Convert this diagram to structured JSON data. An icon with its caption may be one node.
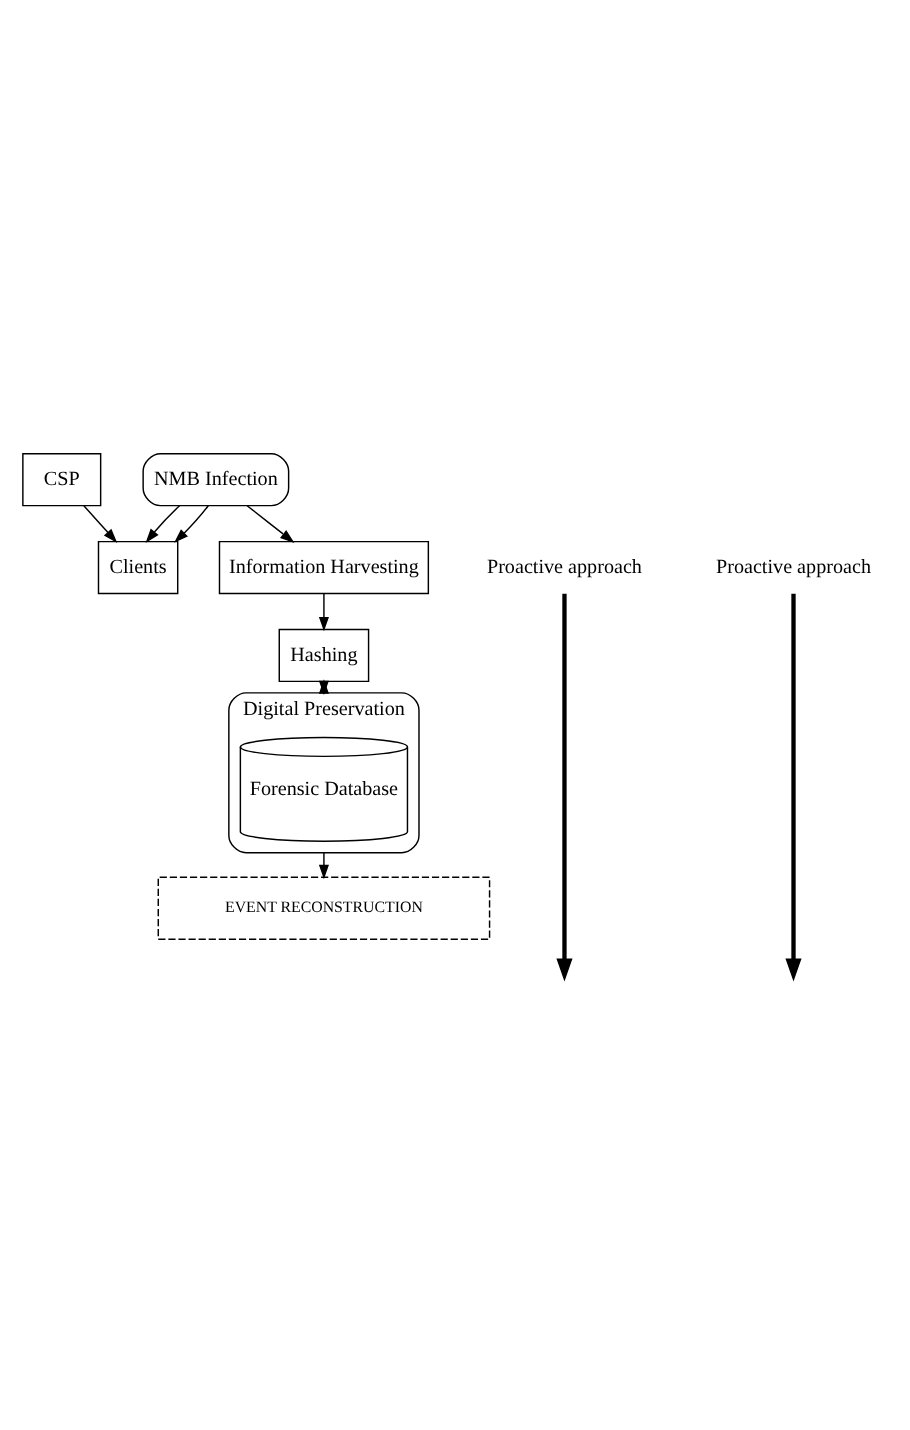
{
  "diagram": {
    "nodes": [
      {
        "text": [
          "CSP"
        ]
      },
      {
        "text": [
          "Clients"
        ]
      },
      {
        "text": [
          "NMB Infection"
        ]
      },
      {
        "text": [
          "Information Harvesting"
        ]
      },
      {
        "text": [
          "Hashing"
        ]
      },
      {
        "text": [
          "Digital Preservation"
        ]
      },
      {
        "text": [
          "Forensic Database"
        ],
        "in": 5
      },
      {
        "text": [
          "EVENT RECONSTRUCTION"
        ]
      }
    ],
    "edges": [
      {
        "from": 0,
        "to": 1,
        "arrow": "to"
      },
      {
        "from": 2,
        "to": 1,
        "arrow": "to"
      },
      {
        "from": 2,
        "to": 1,
        "arrow": "to"
      },
      {
        "from": 2,
        "to": 3,
        "arrow": "to"
      },
      {
        "from": 3,
        "to": 4,
        "arrow": "to"
      },
      {
        "from": 4,
        "to": 5,
        "arrow": "both"
      },
      {
        "from": 5,
        "to": 7,
        "arrow": "to"
      }
    ],
    "labels": [
      "Proactive approach",
      "Proactive approach"
    ]
  }
}
